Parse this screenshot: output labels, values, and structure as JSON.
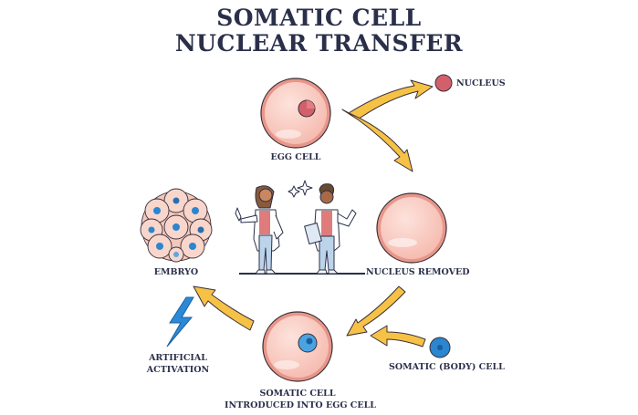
{
  "title": {
    "line1": "SOMATIC CELL",
    "line2": "NUCLEAR TRANSFER"
  },
  "labels": {
    "egg_cell": "EGG CELL",
    "nucleus": "NUCLEUS",
    "nucleus_removed": "NUCLEUS REMOVED",
    "embryo": "EMBRYO",
    "artificial_activation_1": "ARTIFICIAL",
    "artificial_activation_2": "ACTIVATION",
    "somatic_introduced_1": "SOMATIC CELL",
    "somatic_introduced_2": "INTRODUCED INTO EGG CELL",
    "somatic_body_cell": "SOMATIC (BODY) CELL"
  },
  "colors": {
    "text": "#2a2f4a",
    "cell_fill": "#f9cfc6",
    "cell_rim": "#e8968a",
    "nucleus_red": "#d2606a",
    "nucleus_blue": "#2a86d0",
    "arrow": "#f6c246",
    "lightning": "#2b8ad8"
  }
}
